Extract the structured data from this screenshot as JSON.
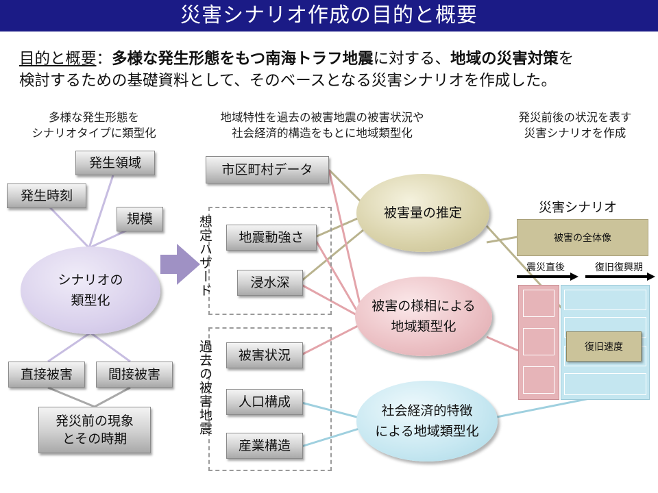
{
  "title": "災害シナリオ作成の目的と概要",
  "purpose": {
    "label": "目的と概要",
    "sep": "：",
    "bold1": "多様な発生形態をもつ南海トラフ地震",
    "mid": "に対する、",
    "bold2": "地域の災害対策",
    "end1": "を",
    "line2": "検討するための基礎資料として、そのベースとなる災害シナリオを作成した。"
  },
  "captions": {
    "left_1": "多様な発生形態を",
    "left_2": "シナリオタイプに類型化",
    "center_1": "地域特性を過去の被害地震の被害状況や",
    "center_2": "社会経済的構造をもとに地域類型化",
    "right_1": "発災前後の状況を表す",
    "right_2": "災害シナリオを作成"
  },
  "left": {
    "occurrence_area": "発生領域",
    "occurrence_time": "発生時刻",
    "scale": "規模",
    "type_1": "シナリオの",
    "type_2": "類型化",
    "direct": "直接被害",
    "indirect": "間接被害",
    "phenom_1": "発災前の現象",
    "phenom_2": "とその時期"
  },
  "center": {
    "municipal": "市区町村データ",
    "hazard_label": "想定ハザード",
    "intensity": "地震動強さ",
    "inundation": "浸水深",
    "past_label": "過去の被害地震",
    "damage_status": "被害状況",
    "population": "人口構成",
    "industry": "産業構造"
  },
  "ellipses": {
    "estimation": "被害量の推定",
    "aspect_1": "被害の様相による",
    "aspect_2": "地域類型化",
    "social_1": "社会経済的特徴",
    "social_2": "による地域類型化"
  },
  "scenario": {
    "title": "災害シナリオ",
    "overall": "被害の全体像",
    "immediate": "震災直後",
    "recovery_period": "復旧復興期",
    "recovery_speed": "復旧速度"
  },
  "colors": {
    "title_bg": "#1b1b86",
    "estimation": "#cdc59a",
    "aspect": "#e6b4b8",
    "social": "#bfe3ee",
    "type": "#d9d0ec",
    "line_olive": "#b9b38e",
    "line_pink": "#e3a4aa",
    "line_blue": "#9fd0df",
    "line_lavender": "#c7bde1"
  }
}
